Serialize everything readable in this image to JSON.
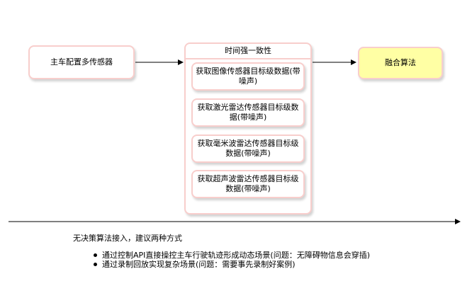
{
  "nodes": {
    "source": "主车配置多传感器",
    "container_title": "时间强一致性",
    "sensors": [
      "获取图像传感器目标级数据(带噪声)",
      "获取激光雷达传感器目标级数据(带噪声)",
      "获取毫米波雷达传感器目标级数据(带噪声)",
      "获取超声波雷达传感器目标级数据(带噪声)"
    ],
    "target": "融合算法"
  },
  "note": {
    "heading": "无决策算法接入，建议两种方式",
    "bullets": [
      "通过控制API直接操控主车行驶轨迹形成动态场景(问题：无障碍物信息会穿插)",
      "通过录制回放实现复杂场景(问题：需要事先录制好案例)"
    ]
  },
  "colors": {
    "box_border": "#f8cecc",
    "fusion_fill": "#ffffa4",
    "line": "#000000"
  }
}
